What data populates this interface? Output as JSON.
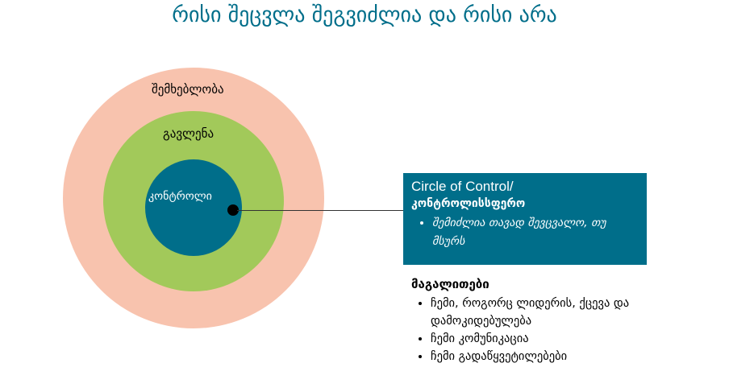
{
  "title": "რისი შეცვლა შეგვიძლია და რისი არა",
  "diagram": {
    "outer_label": "შემხებლობა",
    "middle_label": "გავლენა",
    "inner_label": "კონტროლი",
    "colors": {
      "outer": "#f8c3ae",
      "middle": "#a2c95a",
      "inner": "#006e8a"
    }
  },
  "callout": {
    "heading": "Circle of Control/",
    "subheading": "კონტროლისსფერო",
    "bullets": [
      "შემიძლია თავად შევცვალო, თუ მსურს"
    ]
  },
  "examples": {
    "heading": "მაგალითები",
    "items": [
      "ჩემი, როგორც ლიდერის, ქცევა და დამოკიდებულება",
      "ჩემი კომუნიკაცია",
      "ჩემი გადაწყვეტილებები"
    ]
  }
}
